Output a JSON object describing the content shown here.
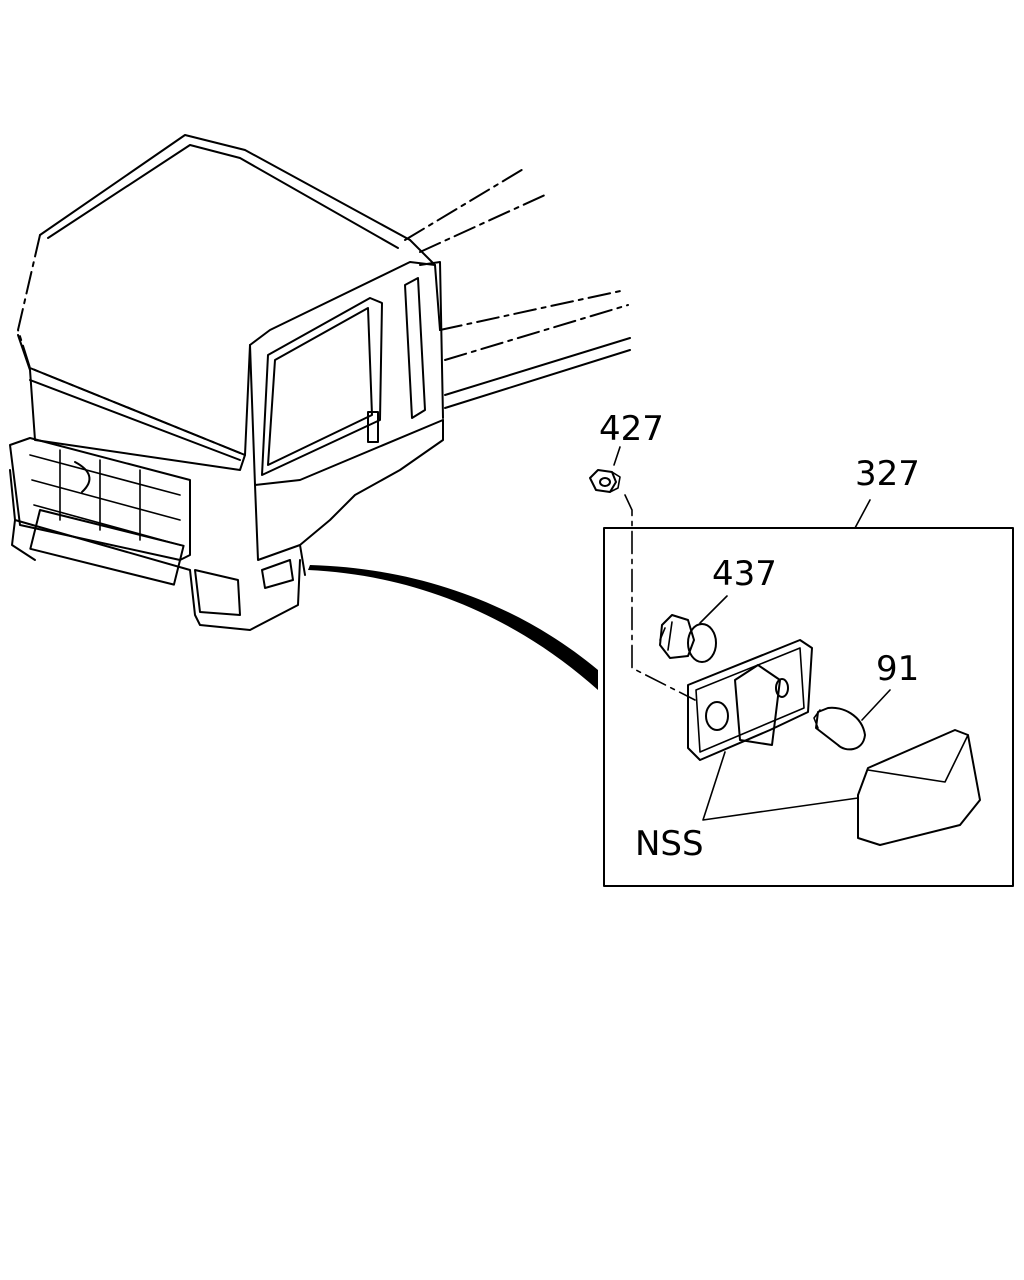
{
  "callouts": {
    "c427": "427",
    "c327": "327",
    "c437": "437",
    "c91": "91",
    "nss": "NSS"
  },
  "colors": {
    "ink": "#000000",
    "paper": "#ffffff"
  }
}
